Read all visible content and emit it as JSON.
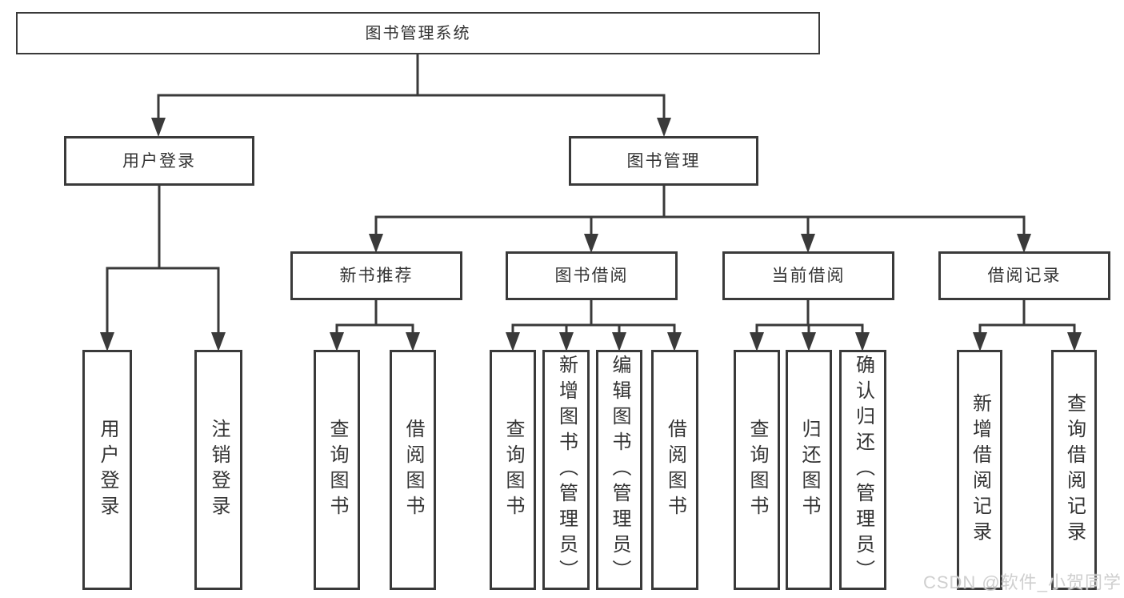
{
  "title": "图书管理系统",
  "branches": [
    {
      "label": "用户登录",
      "leaves": [
        "用户登录",
        "注销登录"
      ]
    },
    {
      "label": "图书管理",
      "sections": [
        {
          "label": "新书推荐",
          "leaves": [
            "查询图书",
            "借阅图书"
          ]
        },
        {
          "label": "图书借阅",
          "leaves": [
            "查询图书",
            "新增图书（管理员）",
            "编辑图书（管理员）",
            "借阅图书"
          ]
        },
        {
          "label": "当前借阅",
          "leaves": [
            "查询图书",
            "归还图书",
            "确认归还（管理员）"
          ]
        },
        {
          "label": "借阅记录",
          "leaves": [
            "新增借阅记录",
            "查询借阅记录"
          ]
        }
      ]
    }
  ],
  "watermark": "CSDN @软件_小贺同学",
  "colors": {
    "line": "#3a3a3a",
    "text": "#333333",
    "watermark": "#cfcfcf",
    "background": "#ffffff"
  }
}
